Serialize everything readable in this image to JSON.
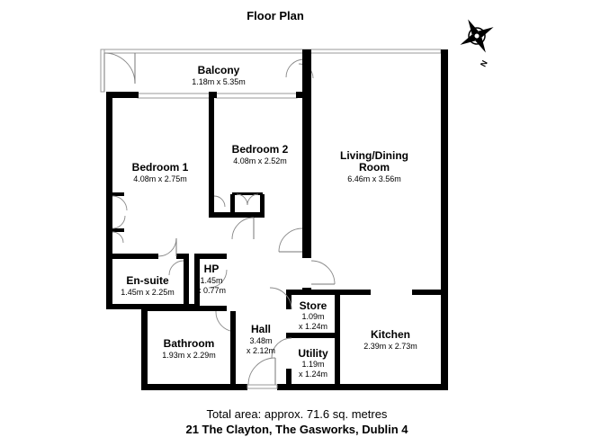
{
  "title": "Floor Plan",
  "compass": {
    "label": "N"
  },
  "rooms": {
    "balcony": {
      "name": "Balcony",
      "dims": "1.18m x 5.35m"
    },
    "bedroom1": {
      "name": "Bedroom 1",
      "dims": "4.08m x 2.75m"
    },
    "bedroom2": {
      "name": "Bedroom 2",
      "dims": "4.08m x 2.52m"
    },
    "living": {
      "name1": "Living/Dining",
      "name2": "Room",
      "dims": "6.46m x 3.56m"
    },
    "ensuite": {
      "name": "En-suite",
      "dims": "1.45m x 2.25m"
    },
    "hp": {
      "name": "HP",
      "dims1": "1.45m",
      "dims2": "x 0.77m"
    },
    "store": {
      "name": "Store",
      "dims1": "1.09m",
      "dims2": "x 1.24m"
    },
    "hall": {
      "name": "Hall",
      "dims1": "3.48m",
      "dims2": "x 2.12m"
    },
    "bathroom": {
      "name": "Bathroom",
      "dims": "1.93m x 2.29m"
    },
    "utility": {
      "name": "Utility",
      "dims1": "1.19m",
      "dims2": "x 1.24m"
    },
    "kitchen": {
      "name": "Kitchen",
      "dims": "2.39m x 2.73m"
    }
  },
  "footer": {
    "area": "Total area: approx. 71.6 sq. metres",
    "address": "21 The Clayton, The Gasworks, Dublin 4"
  }
}
